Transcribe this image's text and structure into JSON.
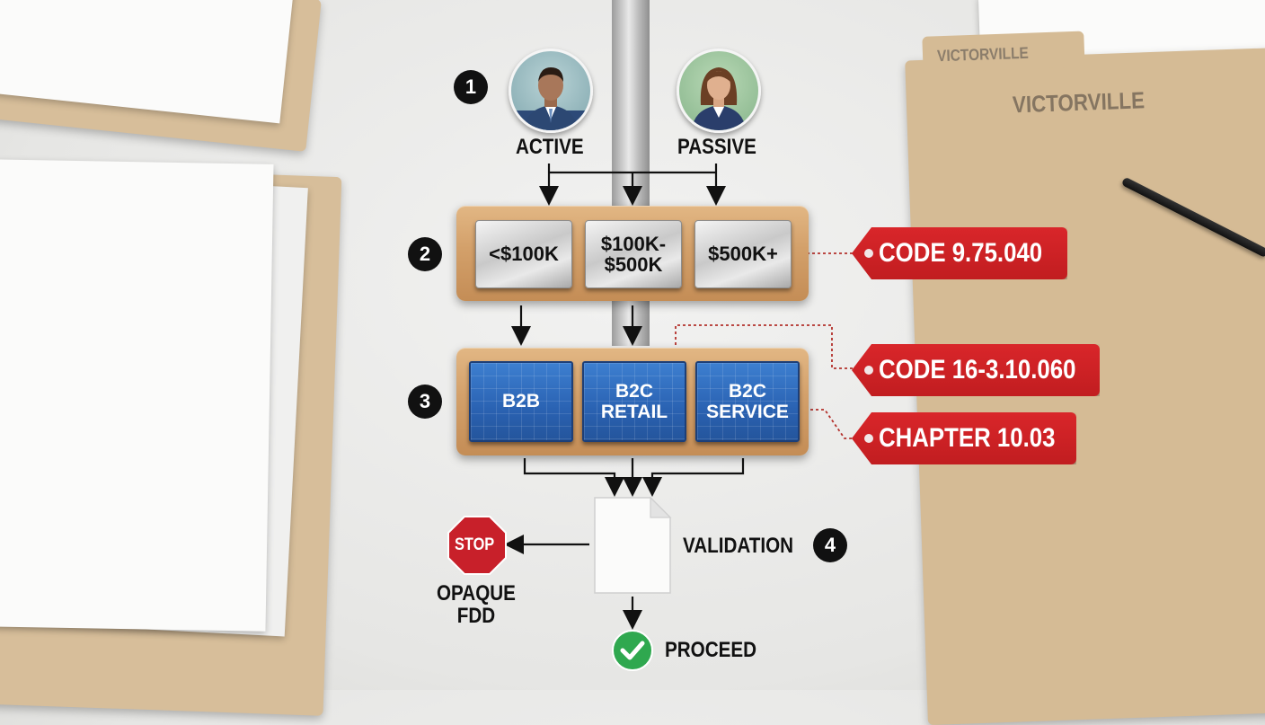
{
  "steps": {
    "s1": "1",
    "s2": "2",
    "s3": "3",
    "s4": "4"
  },
  "roles": {
    "active": "ACTIVE",
    "passive": "PASSIVE"
  },
  "revenue_tiers": [
    "<$100K",
    "$100K-\n$500K",
    "$500K+"
  ],
  "business_types": [
    "B2B",
    "B2C\nRETAIL",
    "B2C\nSERVICE"
  ],
  "codes": {
    "code1": "CODE 9.75.040",
    "code2": "CODE 16-3.10.060",
    "code3": "CHAPTER 10.03"
  },
  "validation": {
    "label": "VALIDATION",
    "stop_sign": "STOP",
    "stop_label": "OPAQUE\nFDD",
    "proceed_label": "PROCEED"
  },
  "folder": {
    "tab_label": "VICTORVILLE",
    "cover_label": "VICTORVILLE"
  },
  "colors": {
    "tag_red": "#c91f23",
    "blueprint": "#2a62b2",
    "wood": "#d3a06a",
    "proceed_green": "#2fa84f",
    "stop_red": "#c8202a"
  }
}
